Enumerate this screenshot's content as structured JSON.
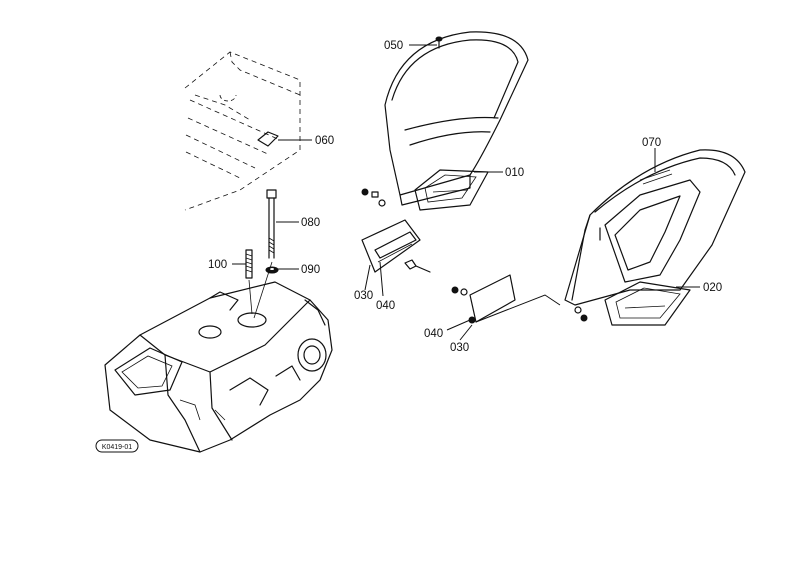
{
  "callouts": {
    "c010": "010",
    "c020": "020",
    "c030a": "030",
    "c030b": "030",
    "c040a": "040",
    "c040b": "040",
    "c050": "050",
    "c060": "060",
    "c070": "070",
    "c080": "080",
    "c090": "090",
    "c100": "100"
  },
  "drawing_code": "K0419-01"
}
